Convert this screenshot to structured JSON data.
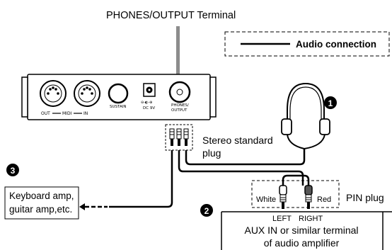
{
  "diagram": {
    "top_label": "PHONES/OUTPUT Terminal",
    "legend": {
      "text": "Audio connection"
    },
    "panel": {
      "midi_out": "OUT",
      "midi_word": "MIDI",
      "midi_in": "IN",
      "sustain": "SUSTAIN",
      "dc_symbol": "⊖-◐-⊕",
      "dc_label": "DC 9V",
      "phones_line1": "PHONES/",
      "phones_line2": "OUTPUT"
    },
    "stereo_plug": {
      "line1": "Stereo standard",
      "line2": "plug"
    },
    "markers": {
      "one": "1",
      "two": "2",
      "three": "3"
    },
    "keyboard_amp": {
      "line1": "Keyboard amp,",
      "line2": "guitar amp,etc."
    },
    "pin_plug": {
      "white": "White",
      "red": "Red",
      "label": "PIN plug"
    },
    "amplifier": {
      "left": "LEFT",
      "right": "RIGHT",
      "line1": "AUX IN or similar terminal",
      "line2": "of audio amplifier"
    },
    "colors": {
      "line": "#000000",
      "pointer": "#8c8c8c",
      "panel_bg": "#ffffff"
    }
  }
}
